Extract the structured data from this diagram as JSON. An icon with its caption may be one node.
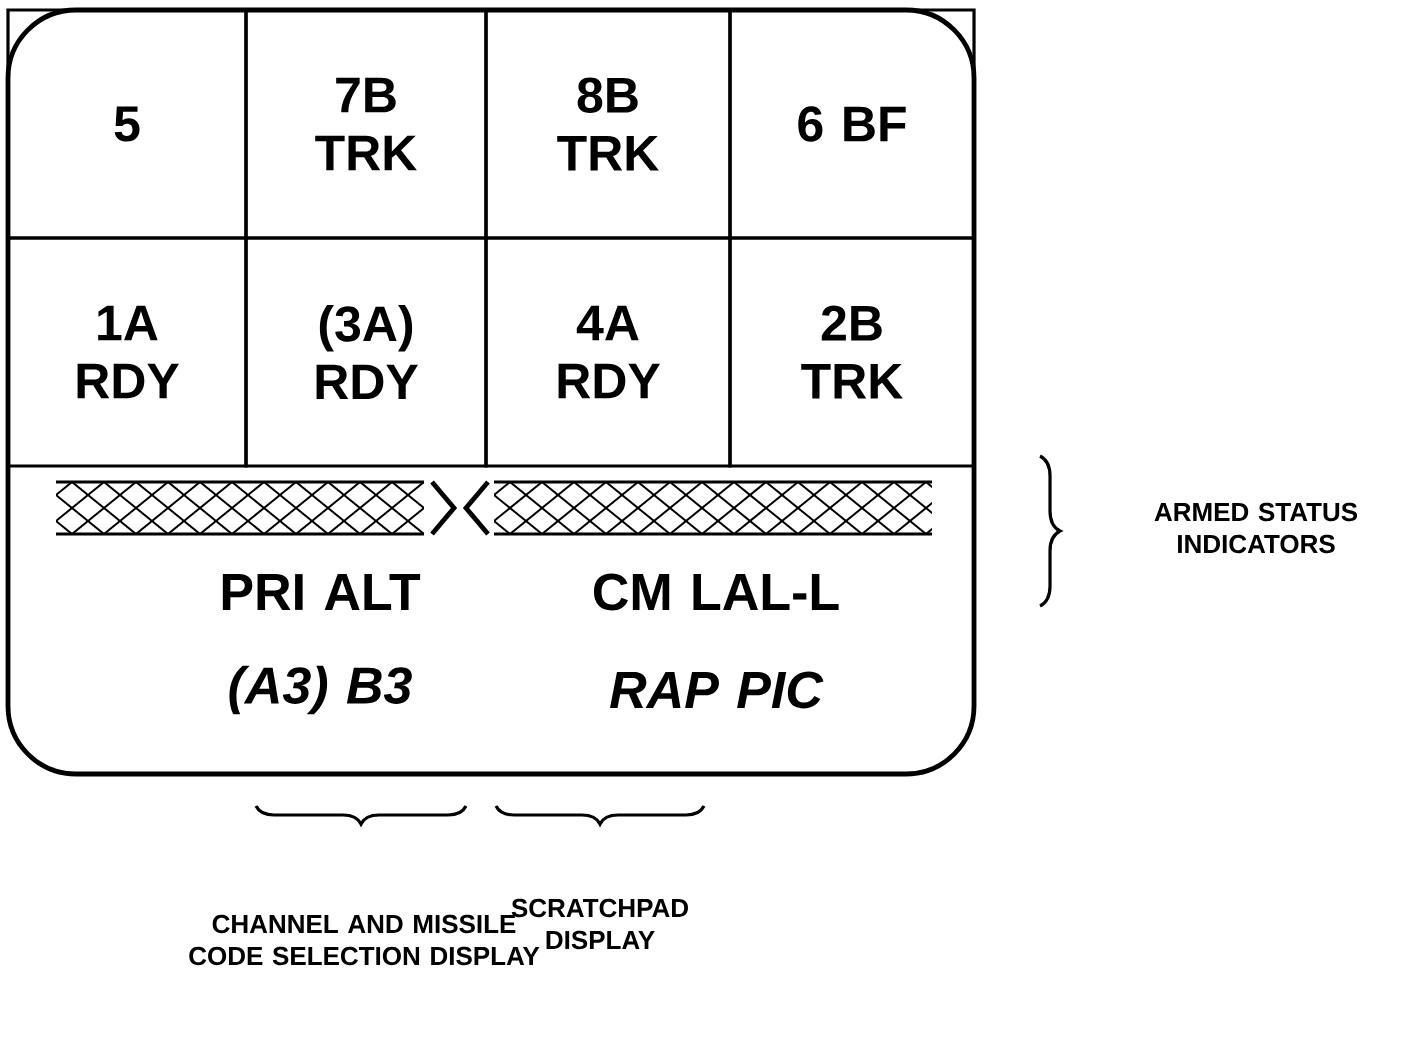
{
  "diagram": {
    "nodes": [
      {
        "text": [],
        "shape": "box"
      },
      {
        "text": [
          "5"
        ],
        "in": 0
      },
      {
        "text": [
          "7B TRK"
        ],
        "in": 0
      },
      {
        "text": [
          "8B TRK"
        ],
        "in": 0
      },
      {
        "text": [
          "6 BF"
        ],
        "in": 0
      },
      {
        "text": [
          "1A RDY"
        ],
        "in": 0
      },
      {
        "text": [
          "(3A) RDY"
        ],
        "in": 0
      },
      {
        "text": [
          "4A RDY"
        ],
        "in": 0
      },
      {
        "text": [
          "2B TRK"
        ],
        "in": 0
      }
    ],
    "edges": [],
    "labels": [
      "ARMED STATUS INDICATORS",
      "PRI ALT",
      "CM LAL-L",
      "(A3) B3",
      "RAP PIC",
      "CHANNEL AND MISSILE CODE SELECTION DISPLAY",
      "SCRATCHPAD DISPLAY"
    ]
  }
}
